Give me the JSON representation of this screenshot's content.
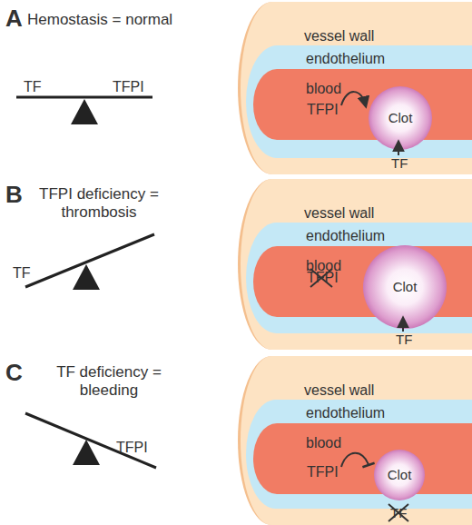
{
  "diagram": {
    "nodes": [
      {
        "text": [
          "vessel wall"
        ]
      },
      {
        "text": [
          "endothelium"
        ],
        "in": 0
      },
      {
        "text": [
          "blood"
        ],
        "in": 1
      },
      {
        "text": [
          "Clot"
        ],
        "in": 2
      },
      {
        "text": [
          "vessel wall"
        ]
      },
      {
        "text": [
          "endothelium"
        ],
        "in": 4
      },
      {
        "text": [
          "blood"
        ],
        "in": 5
      },
      {
        "text": [
          "Clot"
        ],
        "in": 6
      },
      {
        "text": [
          "vessel wall"
        ]
      },
      {
        "text": [
          "endothelium"
        ],
        "in": 8
      },
      {
        "text": [
          "blood"
        ],
        "in": 9
      },
      {
        "text": [
          "Clot"
        ],
        "in": 10
      }
    ],
    "labels": [
      "A",
      "Hemostasis = normal",
      "TF",
      "TFPI",
      "TFPI",
      "TF",
      "B",
      "TFPI deficiency = thrombosis",
      "TF",
      "TFPI",
      "TF",
      "C",
      "TF deficiency = bleeding",
      "TFPI",
      "TFPI",
      "TF"
    ]
  }
}
